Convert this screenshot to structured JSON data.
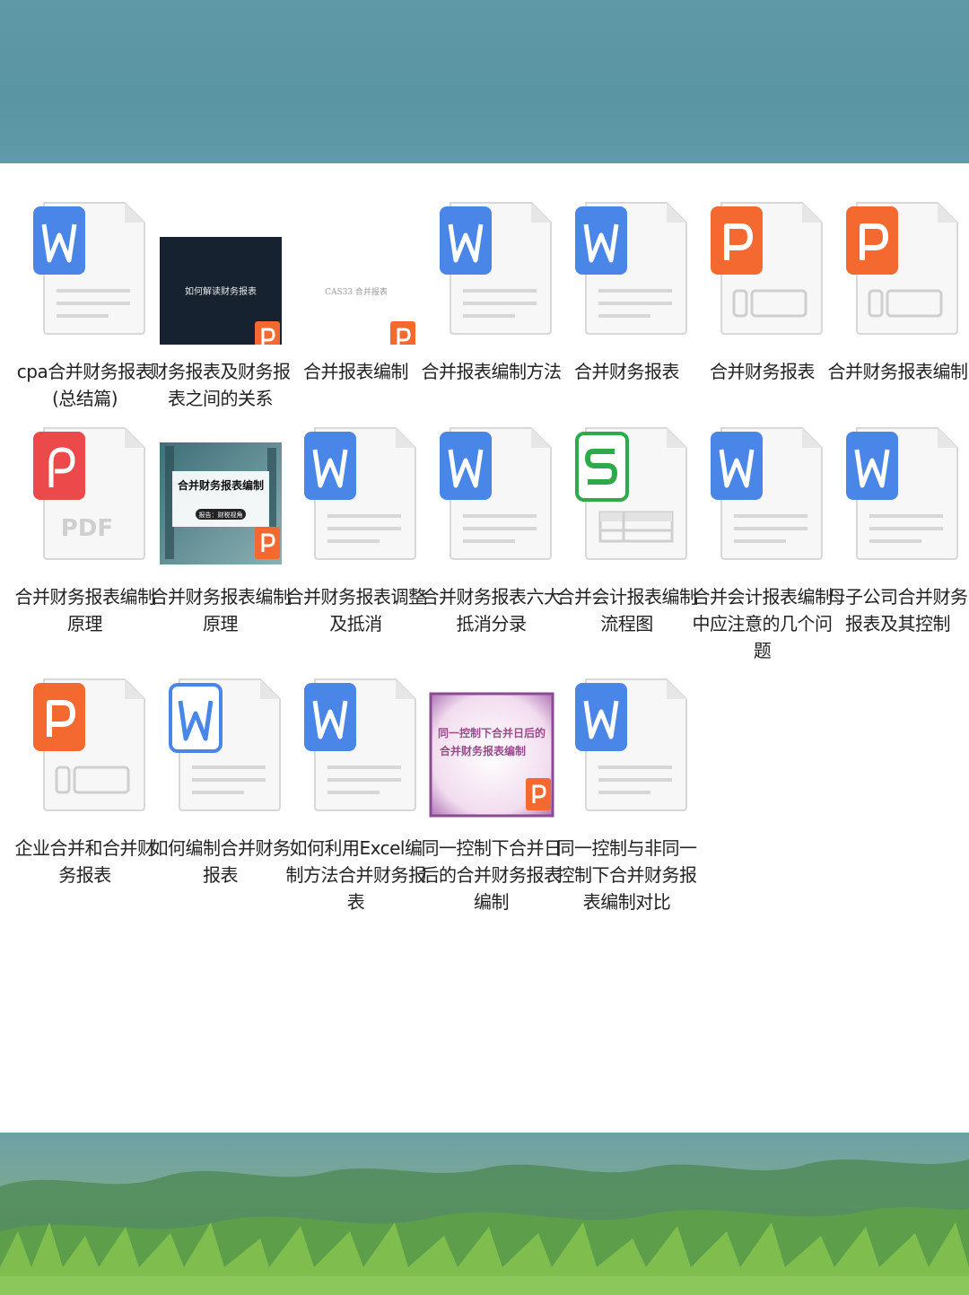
{
  "banner": {
    "color": "#5e99a7"
  },
  "colors": {
    "word": "#4a86e8",
    "ppt": "#f4692f",
    "pdf": "#ec4a4a",
    "sheet": "#2faa4a",
    "page": "#f7f7f7"
  },
  "files": [
    {
      "type": "word",
      "icon": "word-doc-icon",
      "name": "cpa合并财务报表(总结篇)"
    },
    {
      "type": "thumb-dark",
      "icon": "ppt-thumbnail-icon",
      "name": "财务报表及财务报表之间的关系",
      "thumb_text": "如何解读财务报表"
    },
    {
      "type": "thumb-light",
      "icon": "ppt-thumbnail-icon",
      "name": "合并报表编制",
      "thumb_text": "CAS33 合并报表"
    },
    {
      "type": "word",
      "icon": "word-doc-icon",
      "name": "合并报表编制方法"
    },
    {
      "type": "word",
      "icon": "word-doc-icon",
      "name": "合并财务报表"
    },
    {
      "type": "ppt",
      "icon": "ppt-doc-icon",
      "name": "合并财务报表"
    },
    {
      "type": "ppt",
      "icon": "ppt-doc-icon",
      "name": "合并财务报表编制"
    },
    {
      "type": "pdf",
      "icon": "pdf-doc-icon",
      "name": "合并财务报表编制原理",
      "badge": "PDF"
    },
    {
      "type": "thumb-city",
      "icon": "ppt-thumbnail-icon",
      "name": "合并财务报表编制原理",
      "thumb_text": "合并财务报表编制",
      "thumb_sub": "报告：财税视角"
    },
    {
      "type": "word",
      "icon": "word-doc-icon",
      "name": "合并财务报表调整及抵消"
    },
    {
      "type": "word",
      "icon": "word-doc-icon",
      "name": "合并财务报表六大抵消分录"
    },
    {
      "type": "sheet",
      "icon": "spreadsheet-doc-icon",
      "name": "合并会计报表编制流程图"
    },
    {
      "type": "word",
      "icon": "word-doc-icon",
      "name": "合并会计报表编制中应注意的几个问题"
    },
    {
      "type": "word",
      "icon": "word-doc-icon",
      "name": "母子公司合并财务报表及其控制"
    },
    {
      "type": "ppt",
      "icon": "ppt-doc-icon",
      "name": "企业合并和合并财务报表"
    },
    {
      "type": "word-outline",
      "icon": "word-doc-icon",
      "name": "如何编制合并财务报表"
    },
    {
      "type": "word",
      "icon": "word-doc-icon",
      "name": "如何利用Excel编制方法合并财务报表"
    },
    {
      "type": "thumb-purple",
      "icon": "ppt-thumbnail-icon",
      "name": "同一控制下合并日后的合并财务报表编制",
      "thumb_text": "同一控制下合并日后的",
      "thumb_text2": "合并财务报表编制"
    },
    {
      "type": "word",
      "icon": "word-doc-icon",
      "name": "同一控制与非同一控制下合并财务报表编制对比"
    }
  ]
}
